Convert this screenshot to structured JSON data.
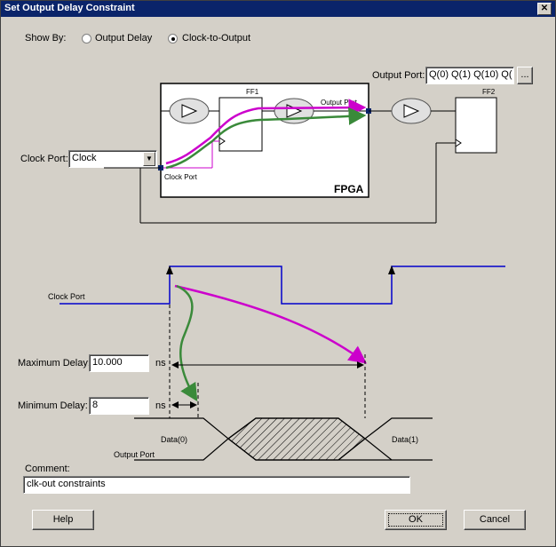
{
  "window": {
    "title": "Set Output Delay Constraint",
    "close_symbol": "✕"
  },
  "show_by": {
    "label": "Show By:",
    "options": [
      {
        "label": "Output Delay",
        "selected": false
      },
      {
        "label": "Clock-to-Output",
        "selected": true
      }
    ]
  },
  "output_port": {
    "label": "Output Port:",
    "value": "Q(0) Q(1) Q(10) Q(",
    "browse_label": "..."
  },
  "clock_port": {
    "label": "Clock Port:",
    "value": "Clock"
  },
  "diagram": {
    "ff1": "FF1",
    "ff2": "FF2",
    "output_port_label": "Output Port",
    "clock_port_label": "Clock Port",
    "fpga_label": "FPGA"
  },
  "waveform": {
    "clock_port_label": "Clock Port",
    "output_port_label": "Output Port",
    "data0": "Data(0)",
    "data1": "Data(1)"
  },
  "maximum_delay": {
    "label": "Maximum Delay:",
    "value": "10.000",
    "unit": "ns"
  },
  "minimum_delay": {
    "label": "Minimum Delay:",
    "value": "8",
    "unit": "ns"
  },
  "comment": {
    "label": "Comment:",
    "value": "clk-out constraints"
  },
  "buttons": {
    "help": "Help",
    "ok": "OK",
    "cancel": "Cancel"
  },
  "colors": {
    "title_bar": "#0a246a",
    "clock_path": "#cc00cc",
    "data_path": "#3a8a3a",
    "clock_wave": "#0000cc"
  }
}
